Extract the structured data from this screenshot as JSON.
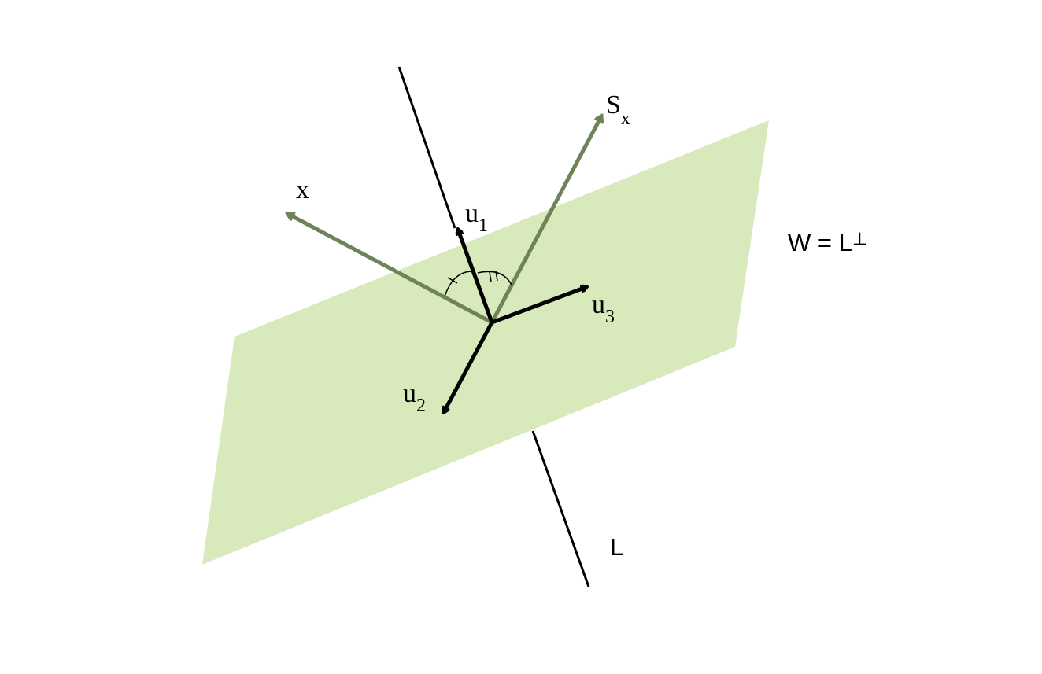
{
  "diagram": {
    "plane_label": "W = L",
    "plane_label_superscript": "⊥",
    "line_label": "L",
    "vectors": {
      "x": {
        "label": "x"
      },
      "sx": {
        "label": "S",
        "subscript": "x"
      },
      "u1": {
        "label": "u",
        "subscript": "1"
      },
      "u2": {
        "label": "u",
        "subscript": "2"
      },
      "u3": {
        "label": "u",
        "subscript": "3"
      }
    }
  },
  "colors": {
    "plane_fill": "#d8e9bc",
    "vector_green": "#6e8358",
    "vector_black": "#000000"
  }
}
